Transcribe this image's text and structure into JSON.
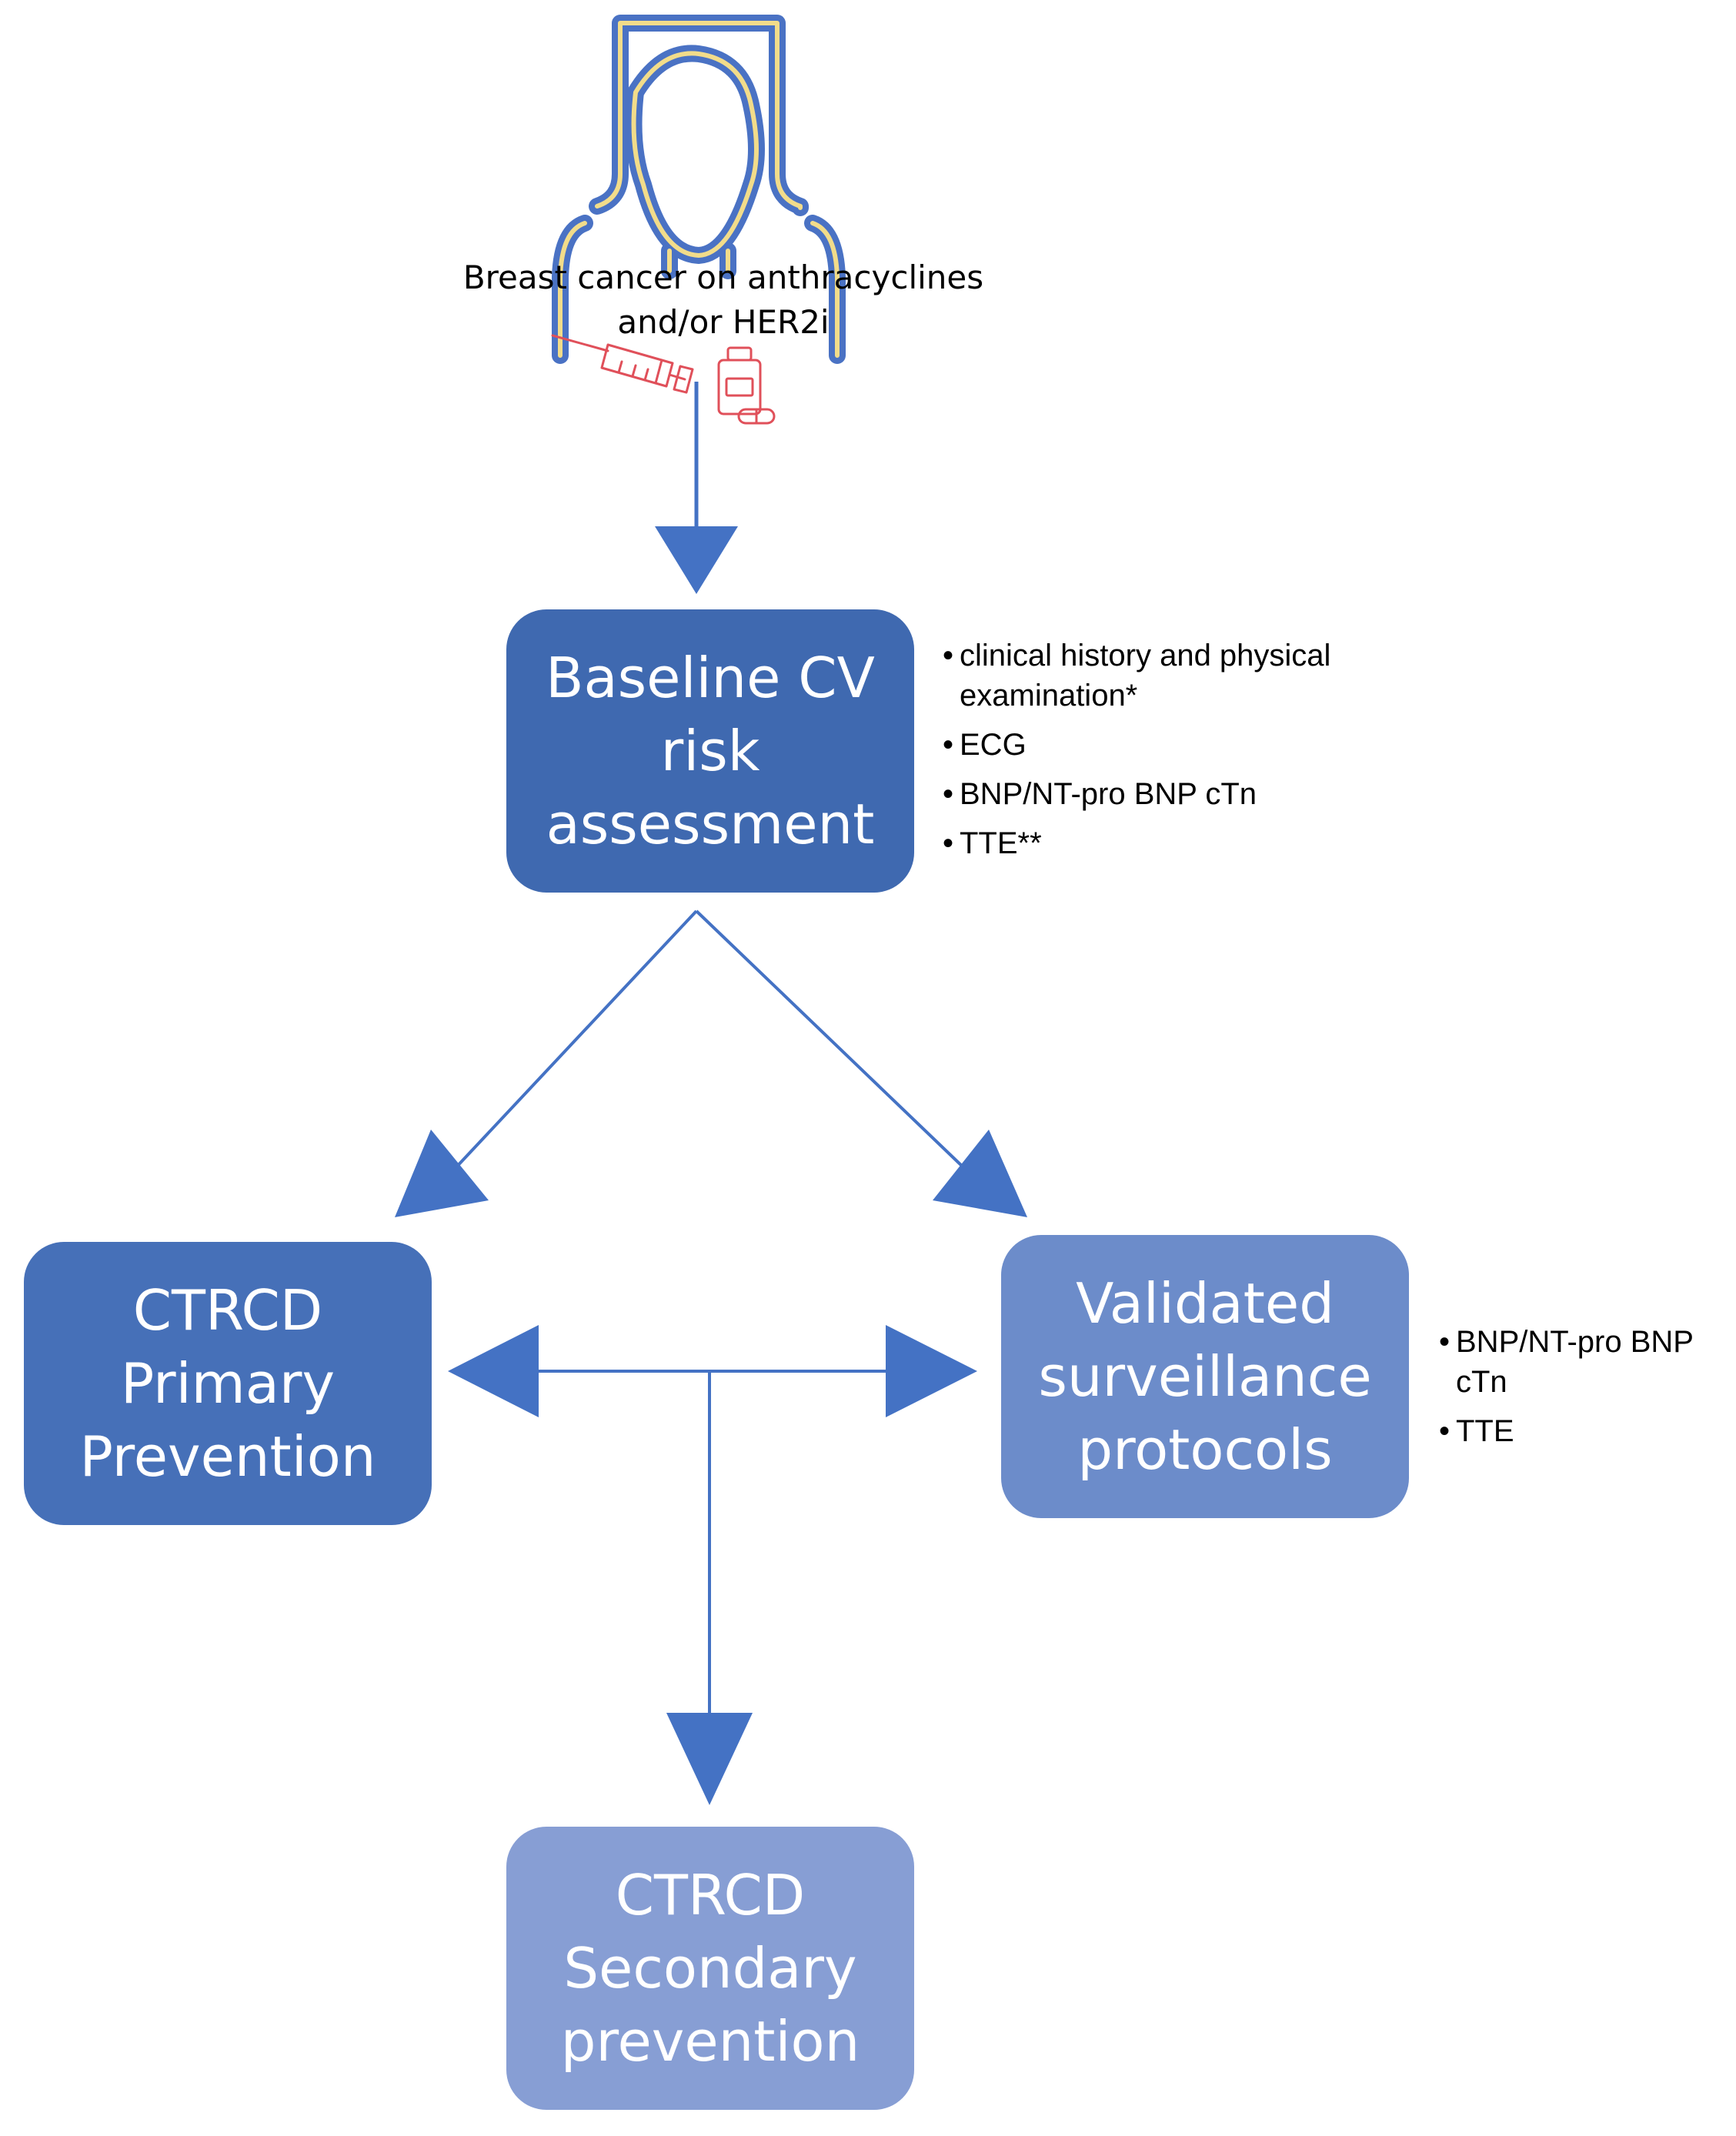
{
  "top": {
    "caption_line1": "Breast cancer on anthracyclines",
    "caption_line2": "and/or HER2i"
  },
  "icons": {
    "patient": "woman-patient-icon",
    "syringe": "syringe-icon",
    "medicine": "pill-bottle-icon"
  },
  "boxes": {
    "baseline": "Baseline CV\nrisk\nassessment",
    "primary": "CTRCD\nPrimary\nPrevention",
    "surveillance": "Validated\nsurveillance\nprotocols",
    "secondary": "CTRCD\nSecondary\nprevention"
  },
  "baseline_items": [
    "clinical history and physical examination*",
    "ECG",
    "BNP/NT-pro BNP cTn",
    "TTE**"
  ],
  "surveillance_items": [
    "BNP/NT-pro BNP cTn",
    "TTE"
  ],
  "colors": {
    "outline": "#4a72c4",
    "outline_inner": "#f2dc8a",
    "arrow": "#4472c4",
    "drug_icons": "#e0505a",
    "box_baseline": "#3f69b0",
    "box_primary": "#4670b8",
    "box_surveillance": "#6c8cca",
    "box_secondary": "#879ed4"
  }
}
